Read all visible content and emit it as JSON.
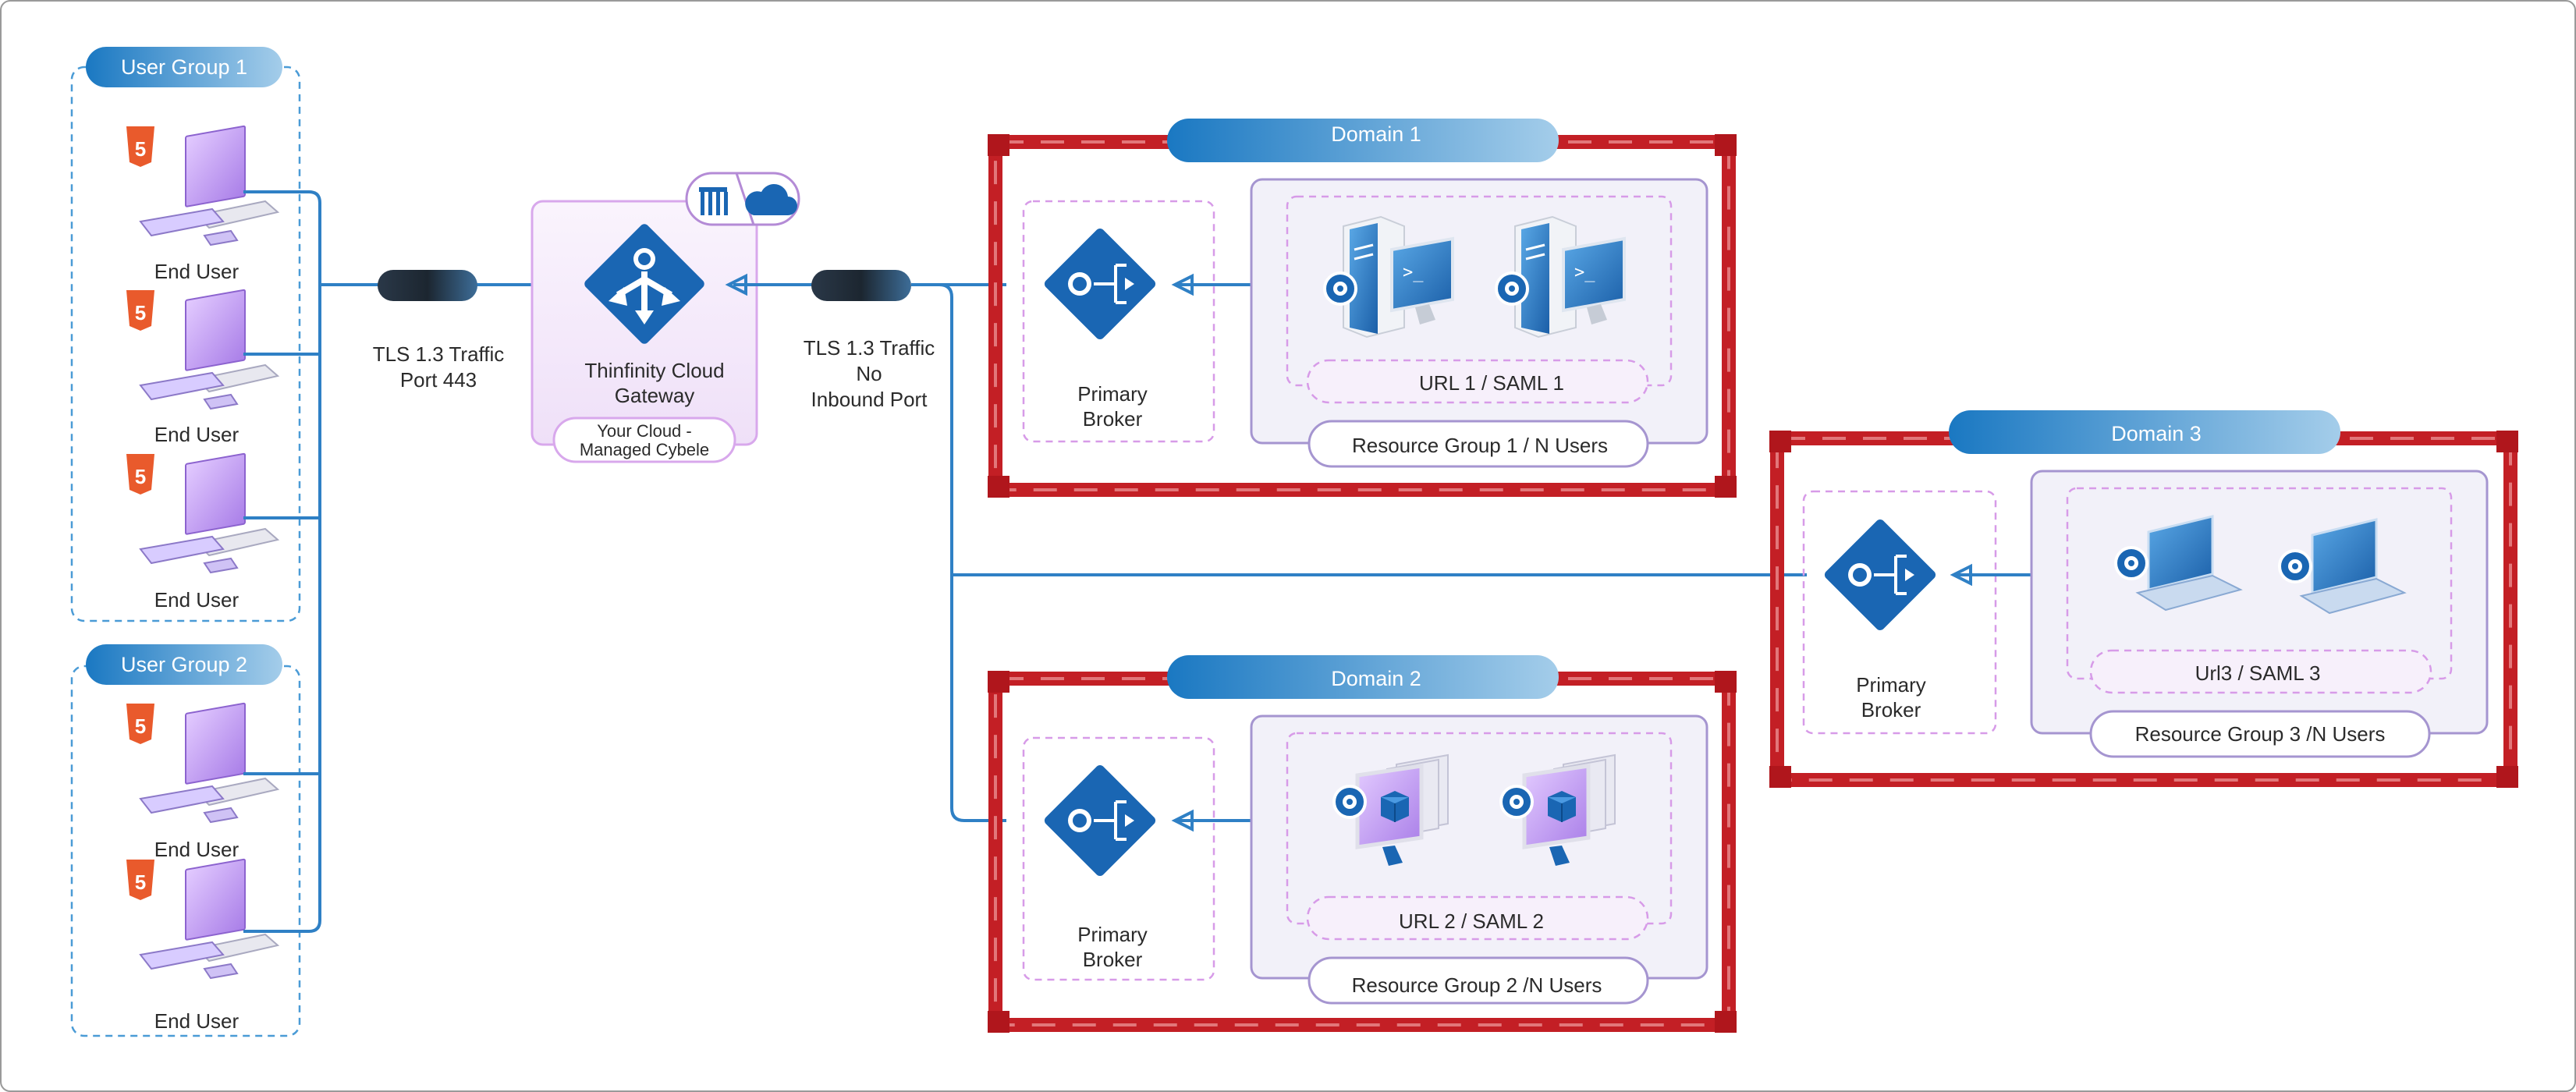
{
  "user_groups": [
    {
      "label": "User Group 1",
      "users": [
        "End User",
        "End User",
        "End User"
      ]
    },
    {
      "label": "User Group 2",
      "users": [
        "End User",
        "End User"
      ]
    }
  ],
  "tunnels": {
    "left": {
      "line1": "TLS 1.3 Traffic",
      "line2": "Port 443"
    },
    "right": {
      "line1": "TLS 1.3 Traffic",
      "line2": "No",
      "line3": "Inbound Port"
    }
  },
  "gateway": {
    "line1": "Thinfinity Cloud",
    "line2": "Gateway",
    "badge_line1": "Your Cloud -",
    "badge_line2": "Managed Cybele"
  },
  "domains": [
    {
      "title": "Domain 1",
      "broker_line1": "Primary",
      "broker_line2": "Broker",
      "url": "URL 1 / SAML 1",
      "resource": "Resource Group 1 / N Users"
    },
    {
      "title": "Domain 2",
      "broker_line1": "Primary",
      "broker_line2": "Broker",
      "url": "URL 2 / SAML 2",
      "resource": "Resource Group 2 /N  Users"
    },
    {
      "title": "Domain 3",
      "broker_line1": "Primary",
      "broker_line2": "Broker",
      "url": "Url3 / SAML 3",
      "resource": "Resource Group 3 /N Users"
    }
  ],
  "colors": {
    "wire": "#2f80c5",
    "domain_frame": "#c31f25",
    "pill_gradient_start": "#1a78c2",
    "pill_gradient_end": "#9cc7e8",
    "device_purple": "#b98cf0"
  },
  "icons": [
    "html5-icon",
    "desktop-computer-icon",
    "router-icon",
    "broker-icon",
    "server-icon",
    "laptop-icon",
    "virtual-desktop-icon",
    "cloud-icon",
    "datacenter-icon"
  ]
}
